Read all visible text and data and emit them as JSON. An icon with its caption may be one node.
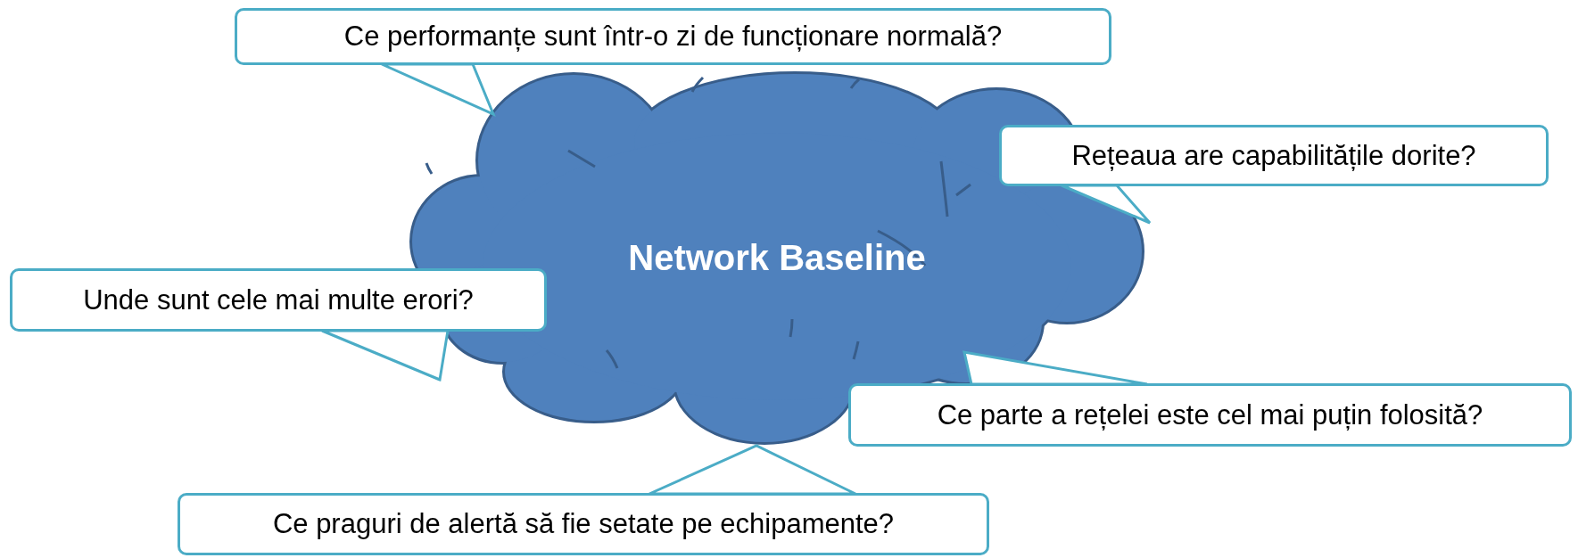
{
  "diagram": {
    "nodes": [
      {
        "text": [
          "Network Baseline"
        ]
      },
      {
        "text": [
          "Ce performanțe sunt într-o zi de funcționare normală?"
        ]
      },
      {
        "text": [
          "Rețeaua are capabilitățile dorite?"
        ]
      },
      {
        "text": [
          "Unde sunt cele mai multe erori?"
        ]
      },
      {
        "text": [
          "Ce parte a rețelei este cel mai puțin folosită?"
        ]
      },
      {
        "text": [
          "Ce praguri de alertă să fie setate pe echipamente?"
        ]
      }
    ],
    "edges": [
      {
        "from": 1,
        "to": 0,
        "arrow": "none"
      },
      {
        "from": 2,
        "to": 0,
        "arrow": "none"
      },
      {
        "from": 3,
        "to": 0,
        "arrow": "none"
      },
      {
        "from": 4,
        "to": 0,
        "arrow": "none"
      },
      {
        "from": 5,
        "to": 0,
        "arrow": "none"
      }
    ]
  }
}
